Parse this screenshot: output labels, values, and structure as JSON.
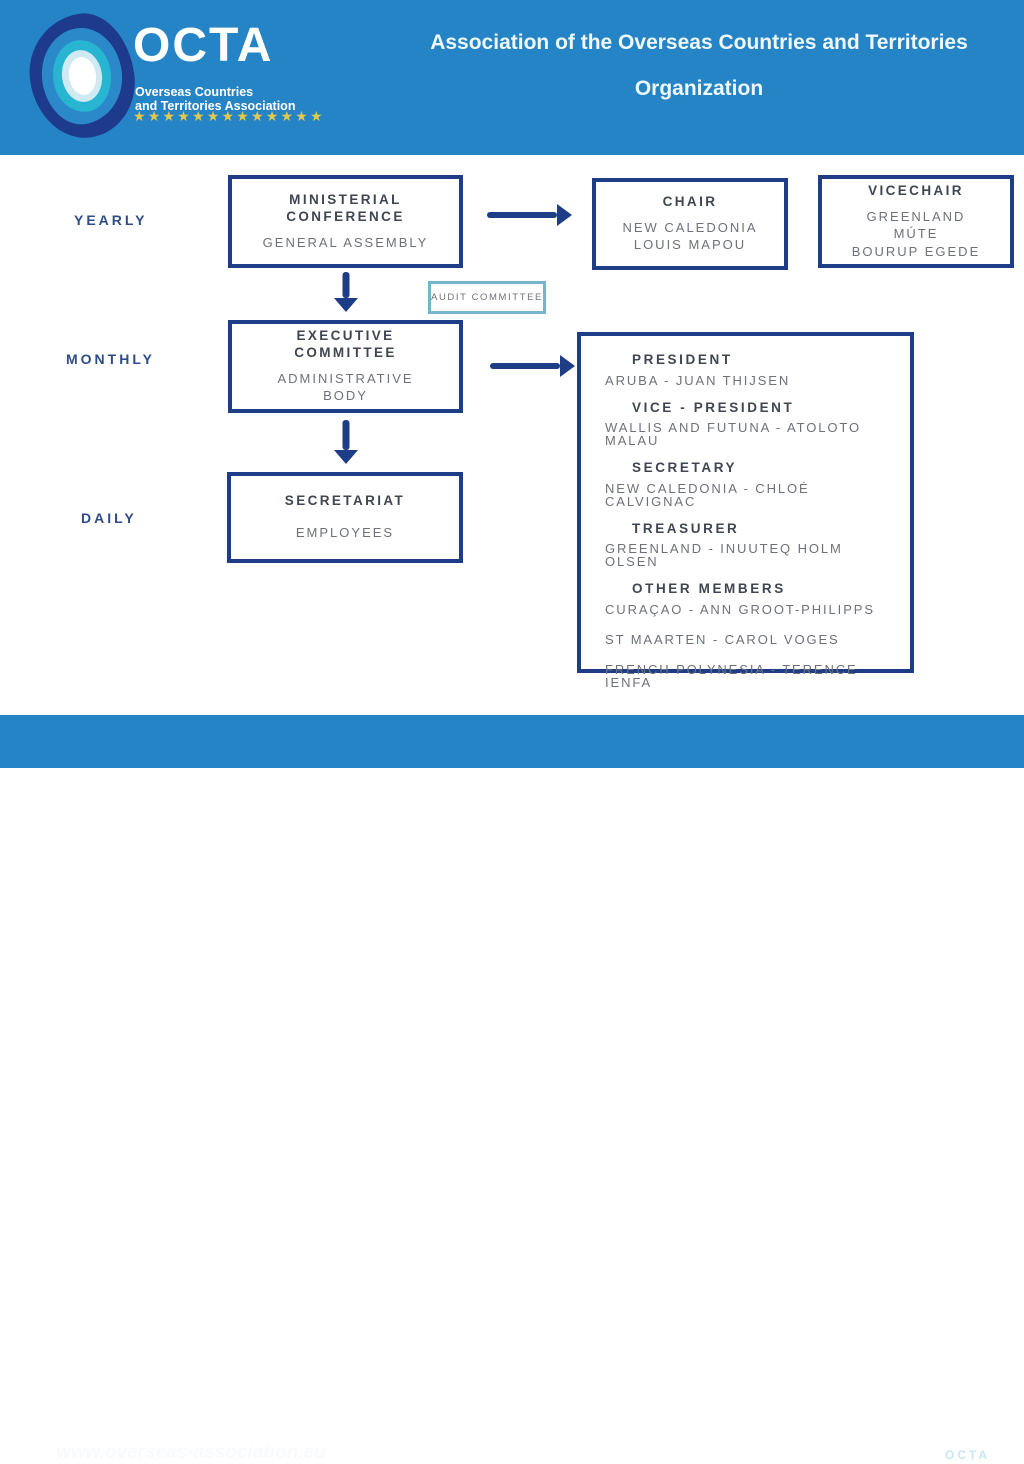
{
  "header": {
    "logo": {
      "acronym": "OCTA",
      "name_line1": "Overseas Countries",
      "name_line2": "and Territories Association",
      "stars": "★★★★★★★★★★★★★"
    },
    "title_line1": "Association of the Overseas Countries and Territories",
    "title_line2": "Organization"
  },
  "timeline": {
    "yearly": "YEARLY",
    "monthly": "MONTHLY",
    "daily": "DAILY"
  },
  "chart": {
    "ministerial": {
      "title": "MINISTERIAL CONFERENCE",
      "subtitle": "GENERAL ASSEMBLY"
    },
    "chair": {
      "title": "CHAIR",
      "line1": "NEW CALEDONIA",
      "line2": "LOUIS MAPOU"
    },
    "vicechair": {
      "title": "VICECHAIR",
      "line1": "GREENLAND",
      "line2": "MÚTE",
      "line3": "BOURUP EGEDE"
    },
    "audit": {
      "title": "AUDIT COMMITTEE"
    },
    "executive": {
      "title": "EXECUTIVE COMMITTEE",
      "subtitle": "ADMINISTRATIVE BODY"
    },
    "secretariat": {
      "title": "SECRETARIAT",
      "subtitle": "EMPLOYEES"
    },
    "board": {
      "president_title": "PRESIDENT",
      "president": "ARUBA - JUAN THIJSEN",
      "vice_title": "VICE - PRESIDENT",
      "vice": "WALLIS AND FUTUNA - ATOLOTO MALAU",
      "secretary_title": "SECRETARY",
      "secretary": "NEW CALEDONIA - CHLOÉ CALVIGNAC",
      "treasurer_title": "TREASURER",
      "treasurer": "GREENLAND - INUUTEQ HOLM OLSEN",
      "others_title": "OTHER MEMBERS",
      "other1": "CURAÇAO - ANN GROOT-PHILIPPS",
      "other2": "ST MAARTEN - CAROL VOGES",
      "other3": "FRENCH POLYNESIA - TERENCE IENFA"
    }
  },
  "footer": {
    "website": "www.overseas-association.eu",
    "brand": "OCTA"
  },
  "colors": {
    "banner_blue": "#2584c6",
    "navy": "#1e3d87",
    "audit_border": "#74b4cc",
    "stars_gold": "#e2c84e"
  }
}
